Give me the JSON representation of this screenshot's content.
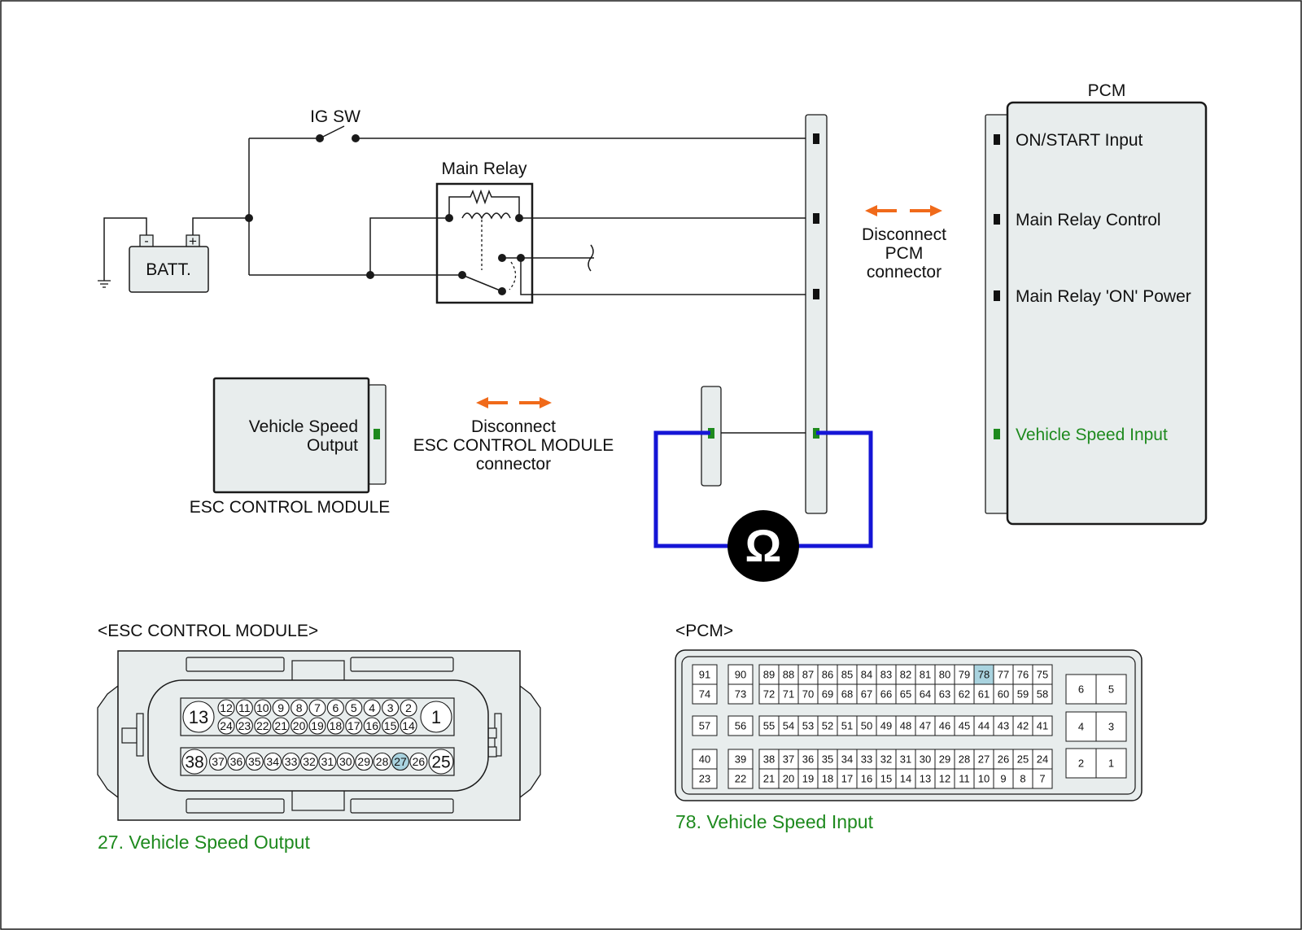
{
  "labels": {
    "ig_sw": "IG SW",
    "main_relay": "Main Relay",
    "batt": "BATT.",
    "batt_minus": "-",
    "batt_plus": "+",
    "pcm": "PCM",
    "disconnect_pcm": [
      "Disconnect",
      "PCM",
      "connector"
    ],
    "disconnect_esc": [
      "Disconnect",
      "ESC CONTROL MODULE",
      "connector"
    ],
    "esc_output": [
      "Vehicle Speed",
      "Output"
    ],
    "esc_module": "ESC CONTROL MODULE",
    "ohm_symbol": "Ω"
  },
  "pcm_pins": [
    {
      "label": "ON/START Input",
      "highlight": false
    },
    {
      "label": "Main Relay Control",
      "highlight": false
    },
    {
      "label": "Main Relay 'ON' Power",
      "highlight": false
    },
    {
      "label": "Vehicle Speed Input",
      "highlight": true
    }
  ],
  "esc_connector": {
    "title": "<ESC CONTROL MODULE>",
    "row1": {
      "big_left": "13",
      "pins": [
        "12",
        "11",
        "10",
        "9",
        "8",
        "7",
        "6",
        "5",
        "4",
        "3",
        "2"
      ],
      "big_right": "1"
    },
    "row2": {
      "pins": [
        "24",
        "23",
        "22",
        "21",
        "20",
        "19",
        "18",
        "17",
        "16",
        "15",
        "14"
      ]
    },
    "row3": {
      "big_left": "38",
      "pins": [
        "37",
        "36",
        "35",
        "34",
        "33",
        "32",
        "31",
        "30",
        "29",
        "28",
        "27",
        "26"
      ],
      "big_right": "25"
    },
    "highlight_pin": "27",
    "caption": "27. Vehicle Speed Output"
  },
  "pcm_connector": {
    "title": "<PCM>",
    "block_a": [
      [
        "91",
        "74"
      ],
      [
        "57"
      ],
      [
        "40",
        "23"
      ]
    ],
    "block_b": [
      [
        "90",
        "73"
      ],
      [
        "56"
      ],
      [
        "39",
        "22"
      ]
    ],
    "main_rows": [
      [
        "89",
        "88",
        "87",
        "86",
        "85",
        "84",
        "83",
        "82",
        "81",
        "80",
        "79",
        "78",
        "77",
        "76",
        "75"
      ],
      [
        "72",
        "71",
        "70",
        "69",
        "68",
        "67",
        "66",
        "65",
        "64",
        "63",
        "62",
        "61",
        "60",
        "59",
        "58"
      ],
      [
        "55",
        "54",
        "53",
        "52",
        "51",
        "50",
        "49",
        "48",
        "47",
        "46",
        "45",
        "44",
        "43",
        "42",
        "41"
      ],
      [
        "38",
        "37",
        "36",
        "35",
        "34",
        "33",
        "32",
        "31",
        "30",
        "29",
        "28",
        "27",
        "26",
        "25",
        "24"
      ],
      [
        "21",
        "20",
        "19",
        "18",
        "17",
        "16",
        "15",
        "14",
        "13",
        "12",
        "11",
        "10",
        "9",
        "8",
        "7"
      ]
    ],
    "side_pairs": [
      [
        "6",
        "5"
      ],
      [
        "4",
        "3"
      ],
      [
        "2",
        "1"
      ]
    ],
    "highlight_pin": "78",
    "caption": "78. Vehicle Speed Input"
  },
  "colors": {
    "highlight_text": "#1e8a1e",
    "signal_pin": "#1e8a1e",
    "arrow": "#f06a1a",
    "meter_lead": "#1515d6",
    "pin_highlight": "#a9d3df",
    "connector_fill": "#e8eded",
    "line": "#1a1a1a"
  }
}
